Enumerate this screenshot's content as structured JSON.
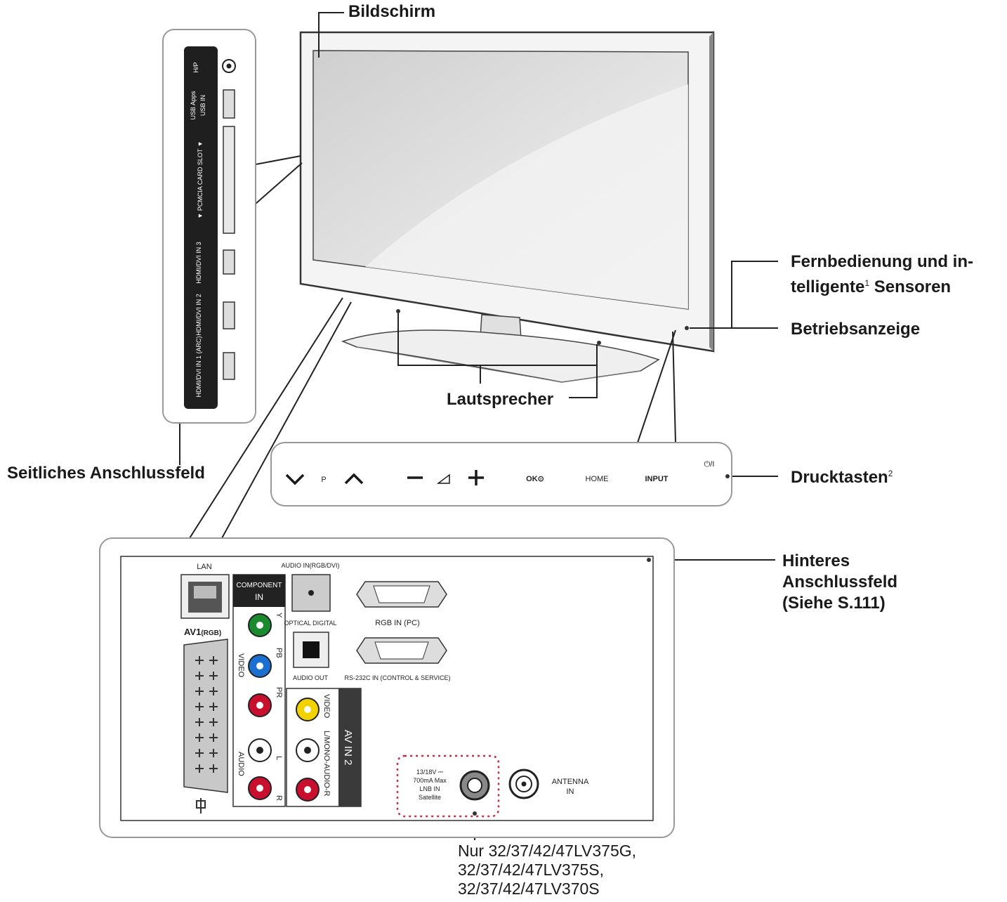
{
  "labels": {
    "screen": "Bildschirm",
    "remote_line1": "Fernbedienung und in-",
    "remote_line2": "telligente",
    "remote_sup": "1",
    "remote_line2b": " Sensoren",
    "power_indicator": "Betriebsanzeige",
    "speakers": "Lautsprecher",
    "side_panel": "Seitliches Anschlussfeld",
    "buttons": "Drucktasten",
    "buttons_sup": "2",
    "rear_line1": "Hinteres",
    "rear_line2": "Anschlussfeld",
    "rear_line3": "(Siehe S.111)"
  },
  "models_note": [
    "Nur 32/37/42/47LV375G,",
    "32/37/42/47LV375S,",
    "32/37/42/47LV370S"
  ],
  "side_ports": {
    "hp": "H/P",
    "usb": "USB Apps",
    "usb_in": "USB IN",
    "pcmcia": "▼ PCMCIA CARD SLOT ▼",
    "hdmi3": "HDMI/DVI IN 3",
    "hdmi2": "HDMI/DVI IN 2",
    "hdmi1": "HDMI/DVI IN 1 (ARC)"
  },
  "button_panel": {
    "p": "P",
    "ok": "OK⊙",
    "home": "HOME",
    "input": "INPUT",
    "power": "⏻/I"
  },
  "rear_ports": {
    "lan": "LAN",
    "av1": "AV1",
    "av1_sub": "(RGB)",
    "component": "COMPONENT",
    "component_in": "IN",
    "audio_in": "AUDIO IN(RGB/DVI)",
    "optical": "OPTICAL DIGITAL",
    "audio_out": "AUDIO OUT",
    "rgb_in": "RGB IN (PC)",
    "rs232": "RS-232C IN (CONTROL & SERVICE)",
    "y": "Y",
    "pb": "PB",
    "pr": "PR",
    "l": "L",
    "r": "R",
    "video": "VIDEO",
    "audio": "AUDIO",
    "av_in2": "AV IN 2",
    "av_video": "VIDEO",
    "av_audio": "L/MONO-AUDIO-R",
    "lnb_1": "13/18V ⎓",
    "lnb_2": "700mA Max",
    "lnb_3": "LNB IN",
    "lnb_4": "Satellite",
    "antenna_1": "ANTENNA",
    "antenna_2": "IN"
  }
}
